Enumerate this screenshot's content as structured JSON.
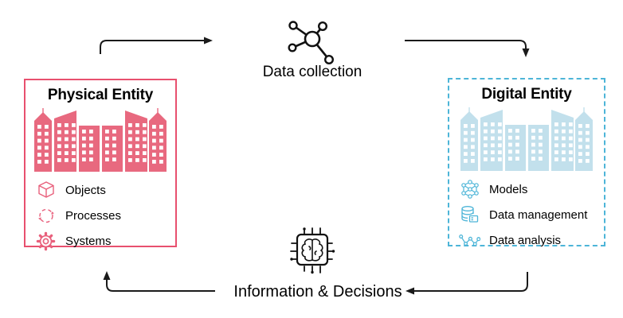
{
  "top": {
    "label": "Data collection",
    "icon": "network-hub-icon"
  },
  "bottom": {
    "label": "Information & Decisions",
    "icon": "chip-brain-icon"
  },
  "physical": {
    "title": "Physical Entity",
    "accent": "#e8506e",
    "building_fill": "#e8697f",
    "items": [
      {
        "icon": "cube-icon",
        "label": "Objects"
      },
      {
        "icon": "cycle-arrows-icon",
        "label": "Processes"
      },
      {
        "icon": "gear-icon",
        "label": "Systems"
      }
    ]
  },
  "digital": {
    "title": "Digital Entity",
    "accent": "#4db5d8",
    "building_fill": "#c2e0ec",
    "items": [
      {
        "icon": "network-graph-icon",
        "label": "Models"
      },
      {
        "icon": "database-icon",
        "label": "Data management"
      },
      {
        "icon": "line-chart-icon",
        "label": "Data analysis"
      }
    ]
  },
  "arrow_color": "#1a1a1a"
}
